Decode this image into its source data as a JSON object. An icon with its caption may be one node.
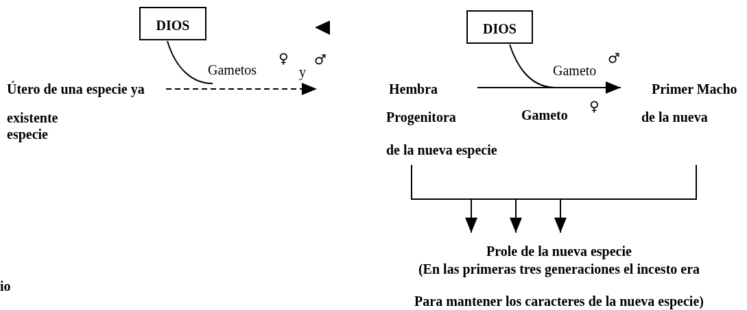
{
  "diagram": {
    "nodes": [
      {
        "text": [
          "DIOS"
        ]
      },
      {
        "text": [
          "Útero de una especie ya",
          "existente",
          "especie"
        ]
      },
      {
        "text": [
          "DIOS"
        ]
      },
      {
        "text": [
          "Hembra",
          "Progenitora",
          "de la nueva especie"
        ]
      },
      {
        "text": [
          "Primer Macho",
          "de la nueva"
        ]
      },
      {
        "text": [
          "Prole de la nueva especie",
          "(En las primeras tres generaciones el incesto era",
          "Para mantener los caracteres de la nueva especie)"
        ]
      }
    ],
    "edges": [
      {
        "from": 0,
        "to": null,
        "arrow": "none"
      },
      {
        "from": 1,
        "to": null,
        "arrow": "to",
        "style": "dashed"
      },
      {
        "from": 2,
        "to": null,
        "arrow": "none"
      },
      {
        "from": 3,
        "to": 4,
        "arrow": "to"
      },
      {
        "from": 3,
        "to": 5,
        "arrow": "to"
      },
      {
        "from": 4,
        "to": 5,
        "arrow": "to"
      }
    ],
    "labels": [
      "Gametos",
      "♀",
      "y",
      "♂",
      "Gameto",
      "♂",
      "Gameto",
      "♀",
      "io"
    ]
  }
}
